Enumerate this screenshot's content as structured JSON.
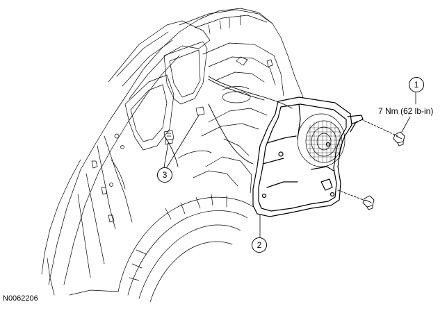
{
  "figure": {
    "id": "N0062206"
  },
  "callouts": [
    {
      "number": "1",
      "label": "7 Nm (62 lb-in)"
    },
    {
      "number": "2"
    },
    {
      "number": "3"
    }
  ]
}
